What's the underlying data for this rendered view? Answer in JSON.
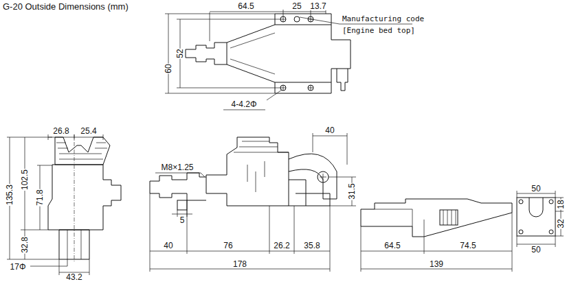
{
  "diagram": {
    "title": "G-20 Outside Dimensions (mm)",
    "labels": [
      "64.5",
      "25",
      "13.7",
      "Manufacturing code",
      "[Engine bed top]",
      "60",
      "52",
      "4-4.2Φ",
      "26.8",
      "25.4",
      "135.3",
      "102.5",
      "71.8",
      "32.8",
      "17Φ",
      "43.2",
      "40",
      "M8×1.25",
      "31.5",
      "5",
      "40",
      "76",
      "26.2",
      "35.8",
      "178",
      "64.5",
      "74.5",
      "139",
      "50",
      "18",
      "32",
      "50"
    ]
  }
}
